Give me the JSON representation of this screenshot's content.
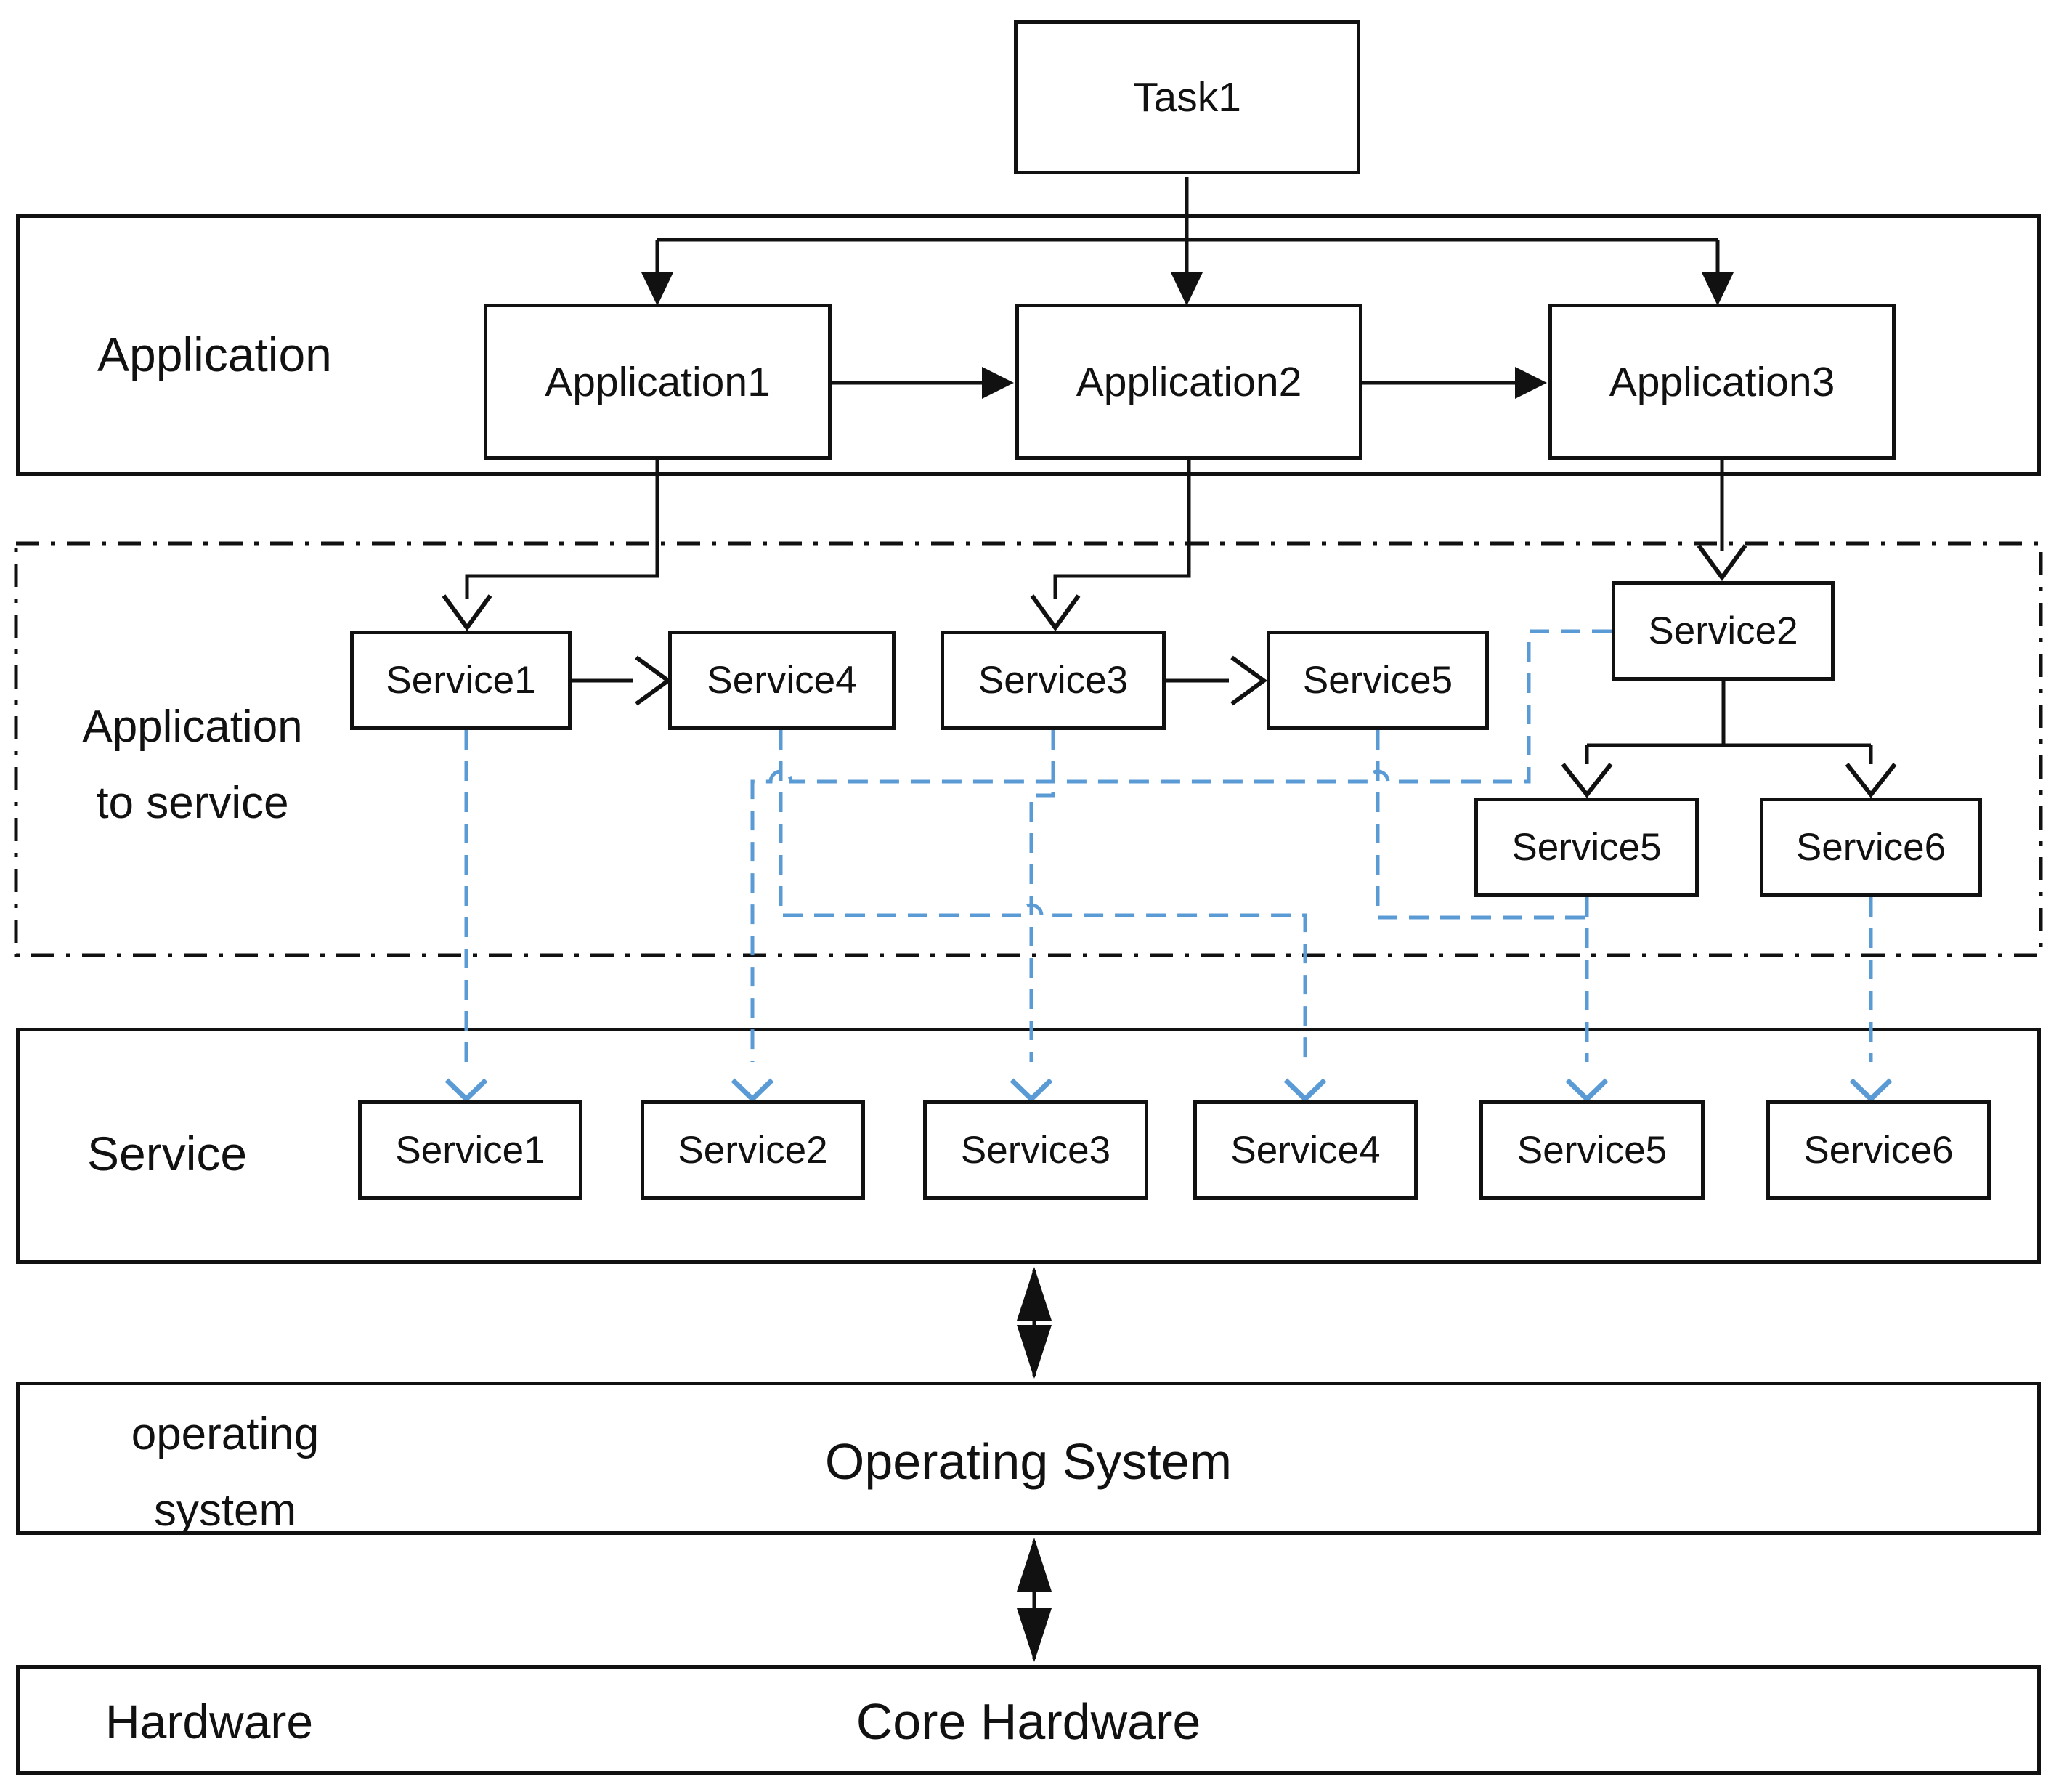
{
  "colors": {
    "line_black": "#111111",
    "mapping_blue": "#5b9bd5",
    "background": "#ffffff"
  },
  "task_box": {
    "label": "Task1"
  },
  "application_layer": {
    "band_label": "Application",
    "boxes": [
      {
        "label": "Application1"
      },
      {
        "label": "Application2"
      },
      {
        "label": "Application3"
      }
    ]
  },
  "app_to_service_layer": {
    "band_label_line1": "Application",
    "band_label_line2": "to service",
    "boxes": [
      {
        "label": "Service1"
      },
      {
        "label": "Service4"
      },
      {
        "label": "Service3"
      },
      {
        "label": "Service5"
      },
      {
        "label": "Service2"
      },
      {
        "label": "Service5"
      },
      {
        "label": "Service6"
      }
    ]
  },
  "service_layer": {
    "band_label": "Service",
    "boxes": [
      {
        "label": "Service1"
      },
      {
        "label": "Service2"
      },
      {
        "label": "Service3"
      },
      {
        "label": "Service4"
      },
      {
        "label": "Service5"
      },
      {
        "label": "Service6"
      }
    ]
  },
  "os_layer": {
    "band_label_line1": "operating",
    "band_label_line2": "system",
    "center_label": "Operating System"
  },
  "hardware_layer": {
    "band_label": "Hardware",
    "center_label": "Core Hardware"
  }
}
